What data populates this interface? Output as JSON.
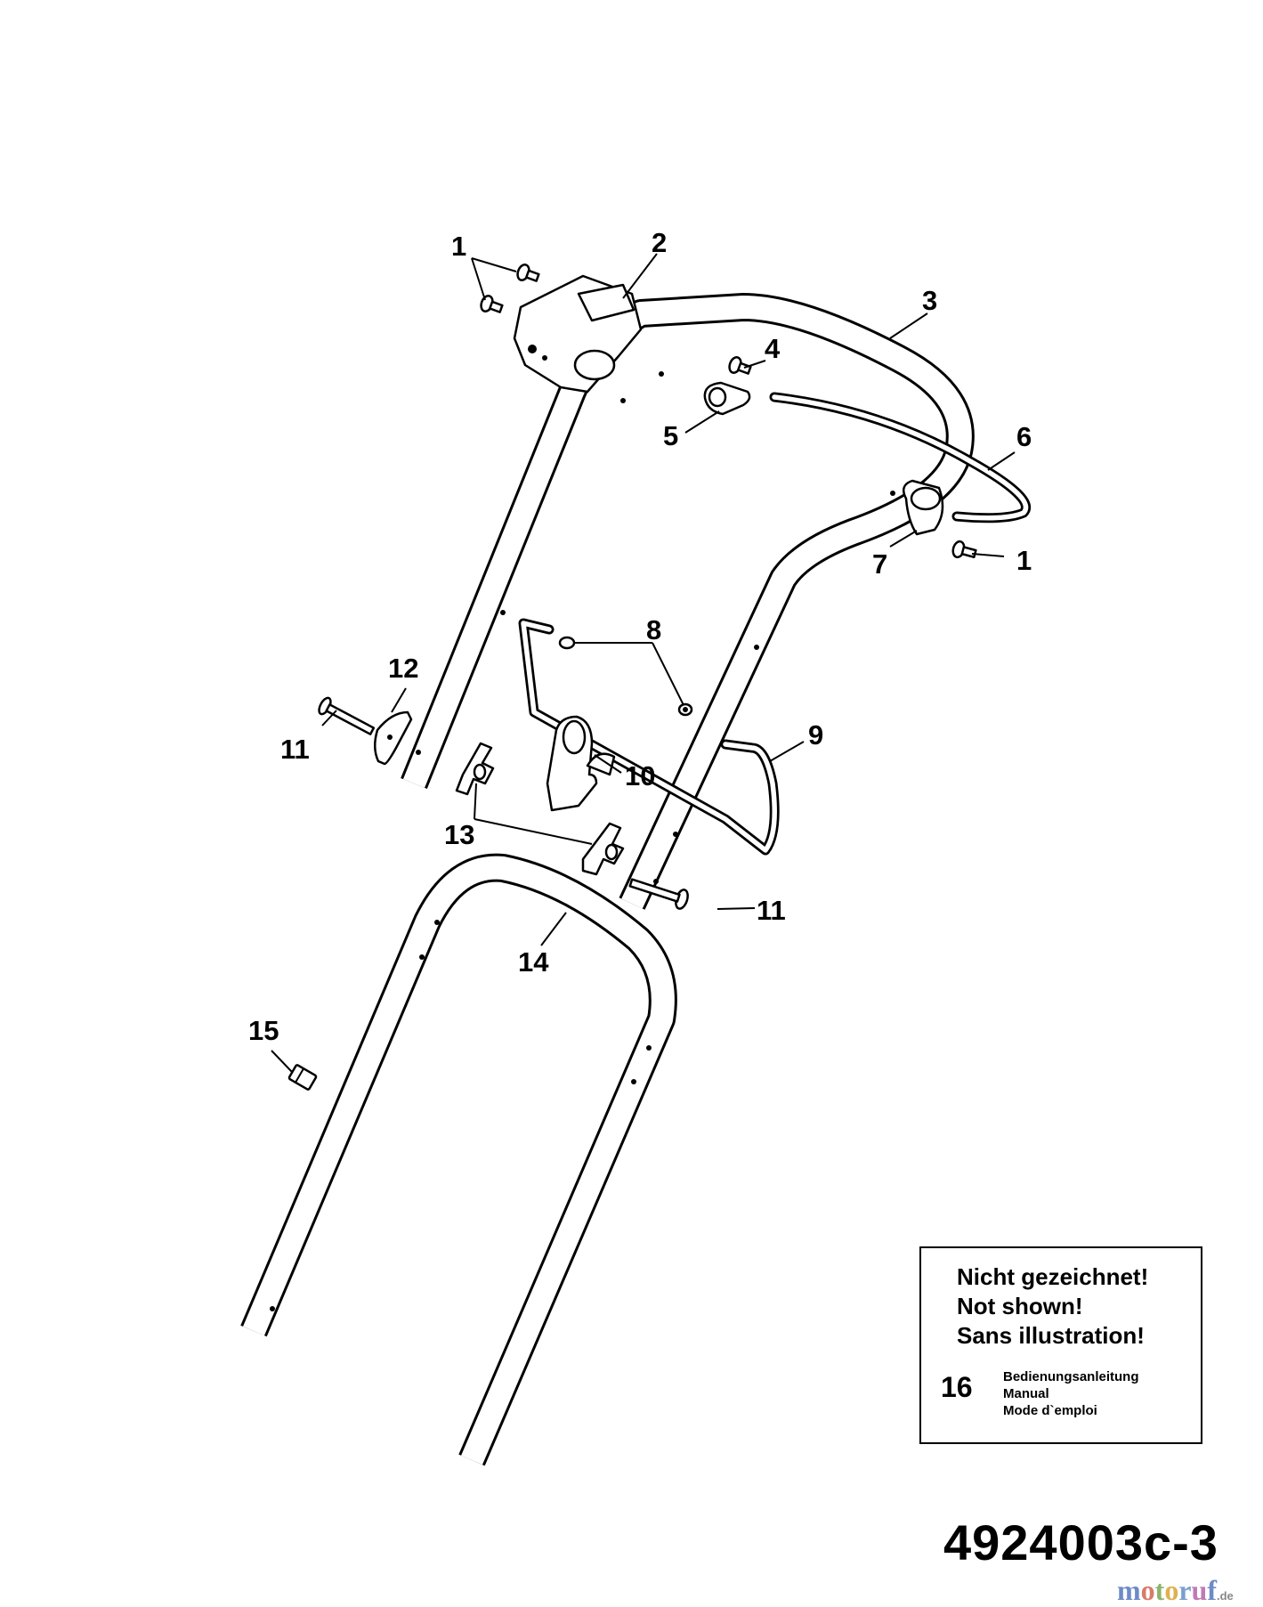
{
  "diagram": {
    "callouts": [
      "1",
      "2",
      "3",
      "4",
      "5",
      "6",
      "7",
      "8",
      "9",
      "10",
      "11",
      "12",
      "13",
      "14",
      "15"
    ]
  },
  "note": {
    "line1": "Nicht gezeichnet!",
    "line2": "Not shown!",
    "line3": "Sans illustration!",
    "item_number": "16",
    "item_de": "Bedienungsanleitung",
    "item_en": "Manual",
    "item_fr": "Mode d`emploi"
  },
  "document_number": "4924003c-3",
  "watermark": {
    "text": "motoruf",
    "tld": ".de"
  }
}
